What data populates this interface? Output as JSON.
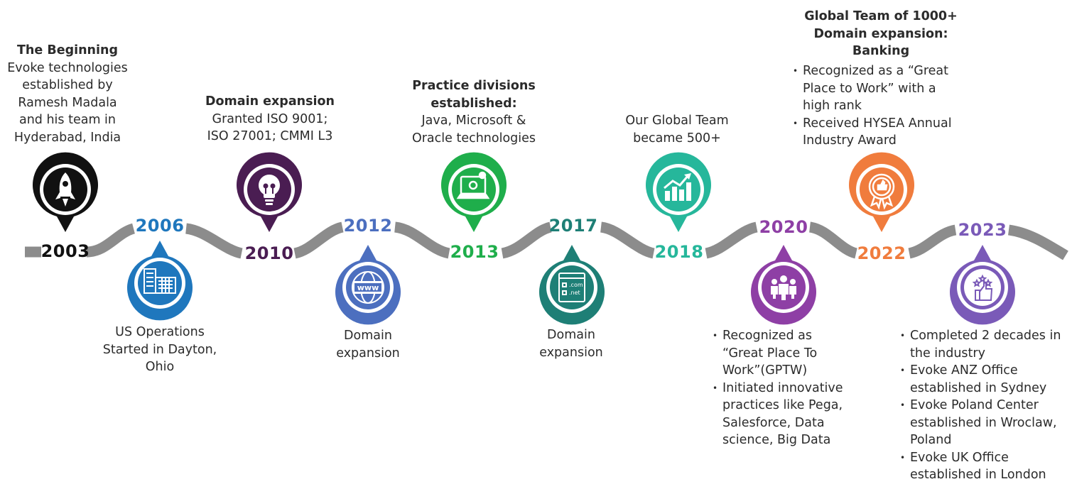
{
  "milestones": [
    {
      "year": "2003",
      "color": "#111111",
      "icon": "rocket-icon",
      "heading": "The Beginning",
      "text": [
        "Evoke technologies",
        "established by",
        "Ramesh Madala",
        "and his team in",
        "Hyderabad, India"
      ]
    },
    {
      "year": "2006",
      "color": "#1f77bd",
      "icon": "office-building-icon",
      "text": [
        "US Operations",
        "Started in Dayton,",
        "Ohio"
      ]
    },
    {
      "year": "2010",
      "color": "#4a1d52",
      "icon": "lightbulb-icon",
      "heading": "Domain expansion",
      "text": [
        "Granted ISO 9001;",
        "ISO 27001; CMMI L3"
      ]
    },
    {
      "year": "2012",
      "color": "#4c6fbf",
      "icon": "www-globe-icon",
      "text": [
        "Domain",
        "expansion"
      ]
    },
    {
      "year": "2013",
      "color": "#1fae4b",
      "icon": "laptop-gear-icon",
      "heading": [
        "Practice divisions",
        "established:"
      ],
      "text": [
        "Java, Microsoft &",
        "Oracle technologies"
      ]
    },
    {
      "year": "2017",
      "color": "#1e7f76",
      "icon": "domain-browser-icon",
      "text": [
        "Domain",
        "expansion"
      ]
    },
    {
      "year": "2018",
      "color": "#26b79b",
      "icon": "growth-chart-icon",
      "text": [
        "Our Global Team",
        "became 500+"
      ]
    },
    {
      "year": "2020",
      "color": "#8e3fa5",
      "icon": "team-icon",
      "bullets": [
        "Recognized as “Great Place To Work”(GPTW)",
        "Initiated innovative practices like Pega, Salesforce, Data science, Big Data"
      ]
    },
    {
      "year": "2022",
      "color": "#f07c3d",
      "icon": "award-badge-icon",
      "heading": [
        "Global Team of 1000+",
        "Domain expansion:",
        "Banking"
      ],
      "bullets": [
        "Recognized as a “Great Place to Work” with a high rank",
        "Received HYSEA Annual Industry Award"
      ]
    },
    {
      "year": "2023",
      "color": "#7a5ab8",
      "icon": "thumbs-up-stars-icon",
      "bullets": [
        "Completed 2 decades in the industry",
        "Evoke ANZ Office established in Sydney",
        "Evoke Poland Center established in Wroclaw, Poland",
        "Evoke UK Office established in London"
      ]
    }
  ],
  "road_color": "#8c8c8c"
}
